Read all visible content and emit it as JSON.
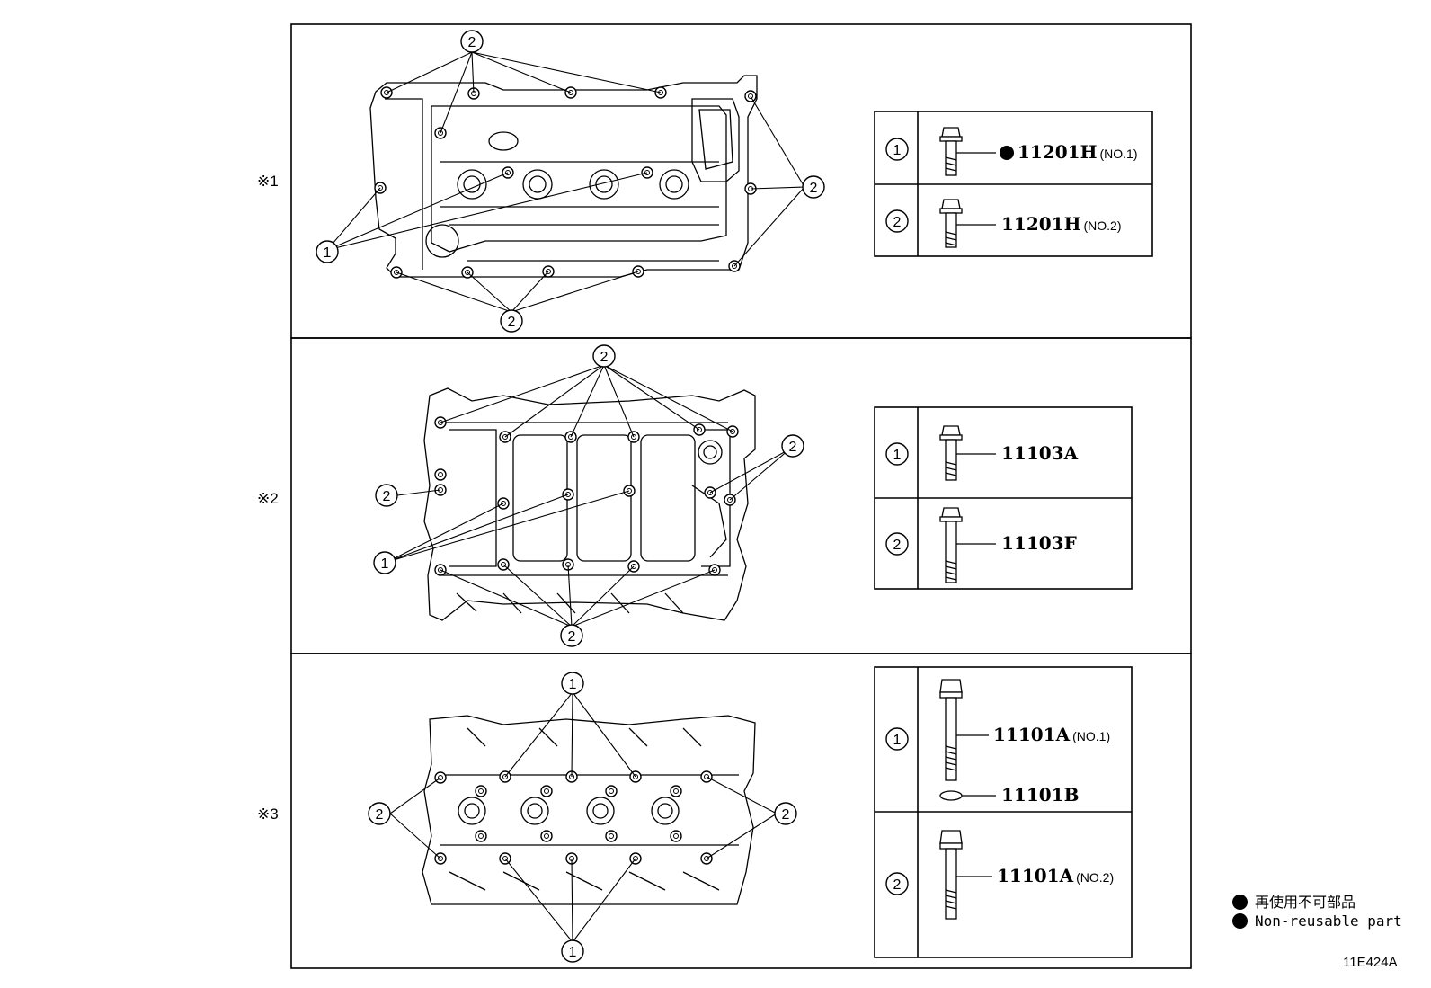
{
  "sections": [
    {
      "marker": "※1",
      "parts": [
        {
          "callout": "1",
          "code": "11201H",
          "suffix": "(NO.1)",
          "non_reusable": true
        },
        {
          "callout": "2",
          "code": "11201H",
          "suffix": "(NO.2)",
          "non_reusable": false
        }
      ]
    },
    {
      "marker": "※2",
      "parts": [
        {
          "callout": "1",
          "code": "11103A",
          "suffix": "",
          "non_reusable": false
        },
        {
          "callout": "2",
          "code": "11103F",
          "suffix": "",
          "non_reusable": false
        }
      ]
    },
    {
      "marker": "※3",
      "parts": [
        {
          "callout": "1",
          "code": "11101A",
          "suffix": "(NO.1)",
          "non_reusable": false
        },
        {
          "callout": "1",
          "code": "11101B",
          "suffix": "",
          "non_reusable": false
        },
        {
          "callout": "2",
          "code": "11101A",
          "suffix": "(NO.2)",
          "non_reusable": false
        }
      ]
    }
  ],
  "callouts": {
    "one": "1",
    "two": "2"
  },
  "legend": {
    "jp": "再使用不可部品",
    "en": "Non-reusable part"
  },
  "figure_id": "11E424A"
}
